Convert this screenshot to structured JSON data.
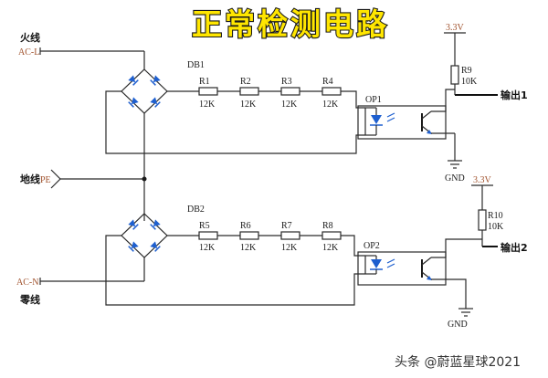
{
  "title": "正常检测电路",
  "watermark": "头条 @蔚蓝星球2021",
  "inputs": {
    "live": {
      "cn": "火线",
      "pin": "AC-L"
    },
    "earth": {
      "cn": "地线",
      "pin": "PE"
    },
    "neutral": {
      "cn": "零线",
      "pin": "AC-N"
    }
  },
  "top_circuit": {
    "bridge": "DB1",
    "resistors": [
      {
        "name": "R1",
        "value": "12K"
      },
      {
        "name": "R2",
        "value": "12K"
      },
      {
        "name": "R3",
        "value": "12K"
      },
      {
        "name": "R4",
        "value": "12K"
      }
    ],
    "optocoupler": "OP1",
    "supply": "3.3V",
    "pullup": {
      "name": "R9",
      "value": "10K"
    },
    "ground": "GND",
    "output": "输出1"
  },
  "bottom_circuit": {
    "bridge": "DB2",
    "resistors": [
      {
        "name": "R5",
        "value": "12K"
      },
      {
        "name": "R6",
        "value": "12K"
      },
      {
        "name": "R7",
        "value": "12K"
      },
      {
        "name": "R8",
        "value": "12K"
      }
    ],
    "optocoupler": "OP2",
    "supply": "3.3V",
    "pullup": {
      "name": "R10",
      "value": "10K"
    },
    "ground": "GND",
    "output": "输出2"
  },
  "colors": {
    "title_fill": "#ffe600",
    "diode": "#1e5fcf",
    "wire": "#2a2a2a"
  }
}
